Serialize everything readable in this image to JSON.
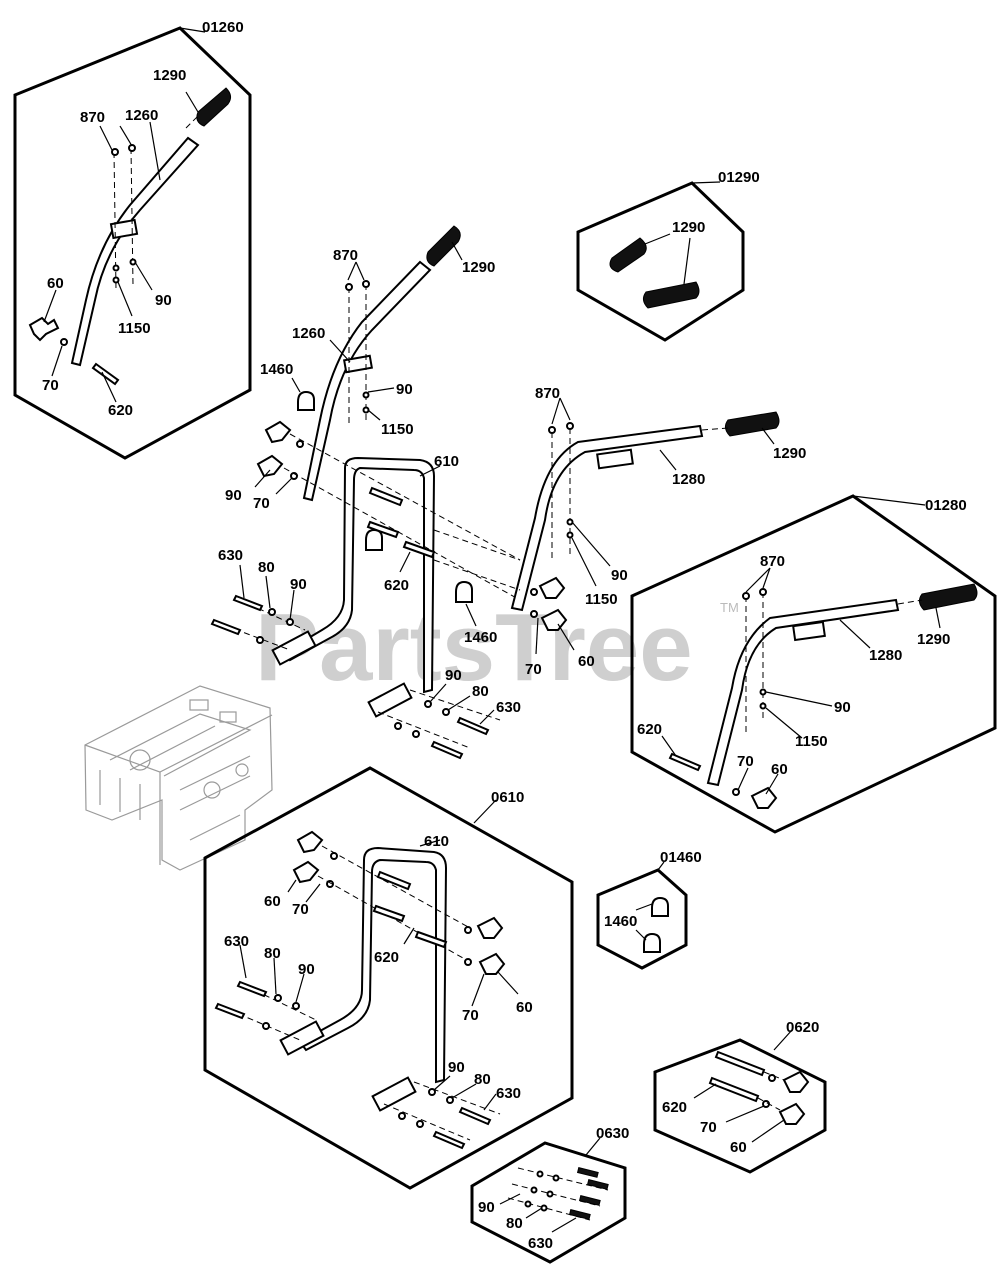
{
  "watermark": {
    "text": "PartsTree",
    "tm": "TM"
  },
  "kits": [
    {
      "id": "kit-01260",
      "label": "01260"
    },
    {
      "id": "kit-01290",
      "label": "01290"
    },
    {
      "id": "kit-01280",
      "label": "01280"
    },
    {
      "id": "kit-0610",
      "label": "0610"
    },
    {
      "id": "kit-01460",
      "label": "01460"
    },
    {
      "id": "kit-0620",
      "label": "0620"
    },
    {
      "id": "kit-0630",
      "label": "0630"
    }
  ],
  "callouts": {
    "k01260": [
      "1290",
      "870",
      "1260",
      "90",
      "1150",
      "60",
      "70",
      "620"
    ],
    "k01290": [
      "1290"
    ],
    "main_left": [
      "870",
      "1290",
      "1260",
      "1460",
      "90",
      "1150",
      "610",
      "90",
      "70",
      "630",
      "80",
      "90",
      "620",
      "1460",
      "90",
      "80",
      "630"
    ],
    "main_right": [
      "870",
      "1290",
      "1280",
      "90",
      "1150",
      "60",
      "70"
    ],
    "k01280": [
      "870",
      "1290",
      "1280",
      "90",
      "1150",
      "620",
      "70",
      "60"
    ],
    "k0610": [
      "610",
      "60",
      "70",
      "630",
      "80",
      "90",
      "620",
      "70",
      "60",
      "90",
      "80",
      "630"
    ],
    "k01460": [
      "1460"
    ],
    "k0620": [
      "620",
      "70",
      "60"
    ],
    "k0630": [
      "90",
      "80",
      "630"
    ]
  }
}
